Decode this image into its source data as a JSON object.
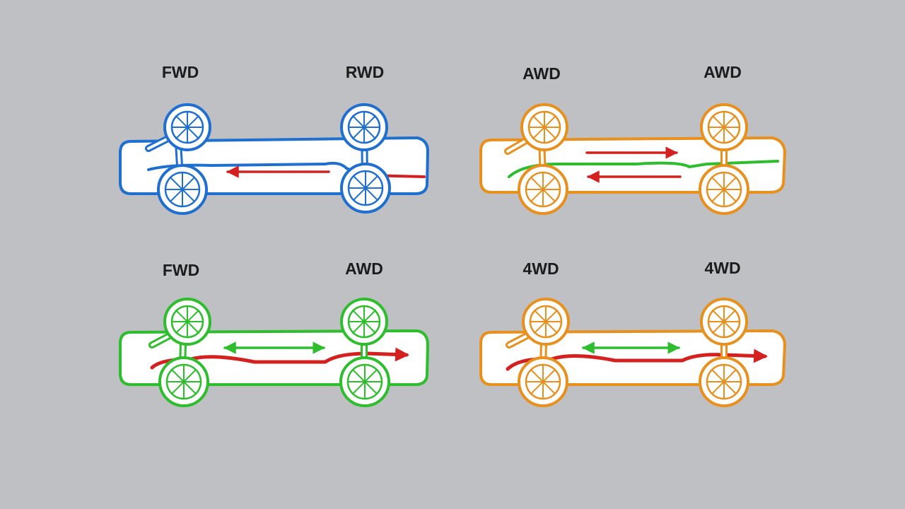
{
  "colors": {
    "background": "#bfc0c3",
    "blue": "#1f6fd1",
    "orange": "#e8901e",
    "green": "#2dbd2d",
    "red": "#d4201e",
    "label": "#1c1c1c",
    "fill": "#ffffff"
  },
  "diagrams": [
    {
      "color_key": "blue",
      "labels": {
        "left": "FWD",
        "right": "RWD"
      },
      "primary_line": "blue",
      "secondary_line": "red",
      "arrow": "single-left"
    },
    {
      "color_key": "orange",
      "labels": {
        "left": "AWD",
        "right": "AWD"
      },
      "primary_line": "green",
      "arrow": "double-opposing"
    },
    {
      "color_key": "green",
      "labels": {
        "left": "FWD",
        "right": "AWD"
      },
      "primary_line": "red",
      "arrow": "double-headed-green"
    },
    {
      "color_key": "orange",
      "labels": {
        "left": "4WD",
        "right": "4WD"
      },
      "primary_line": "red",
      "arrow": "double-headed-green"
    }
  ]
}
